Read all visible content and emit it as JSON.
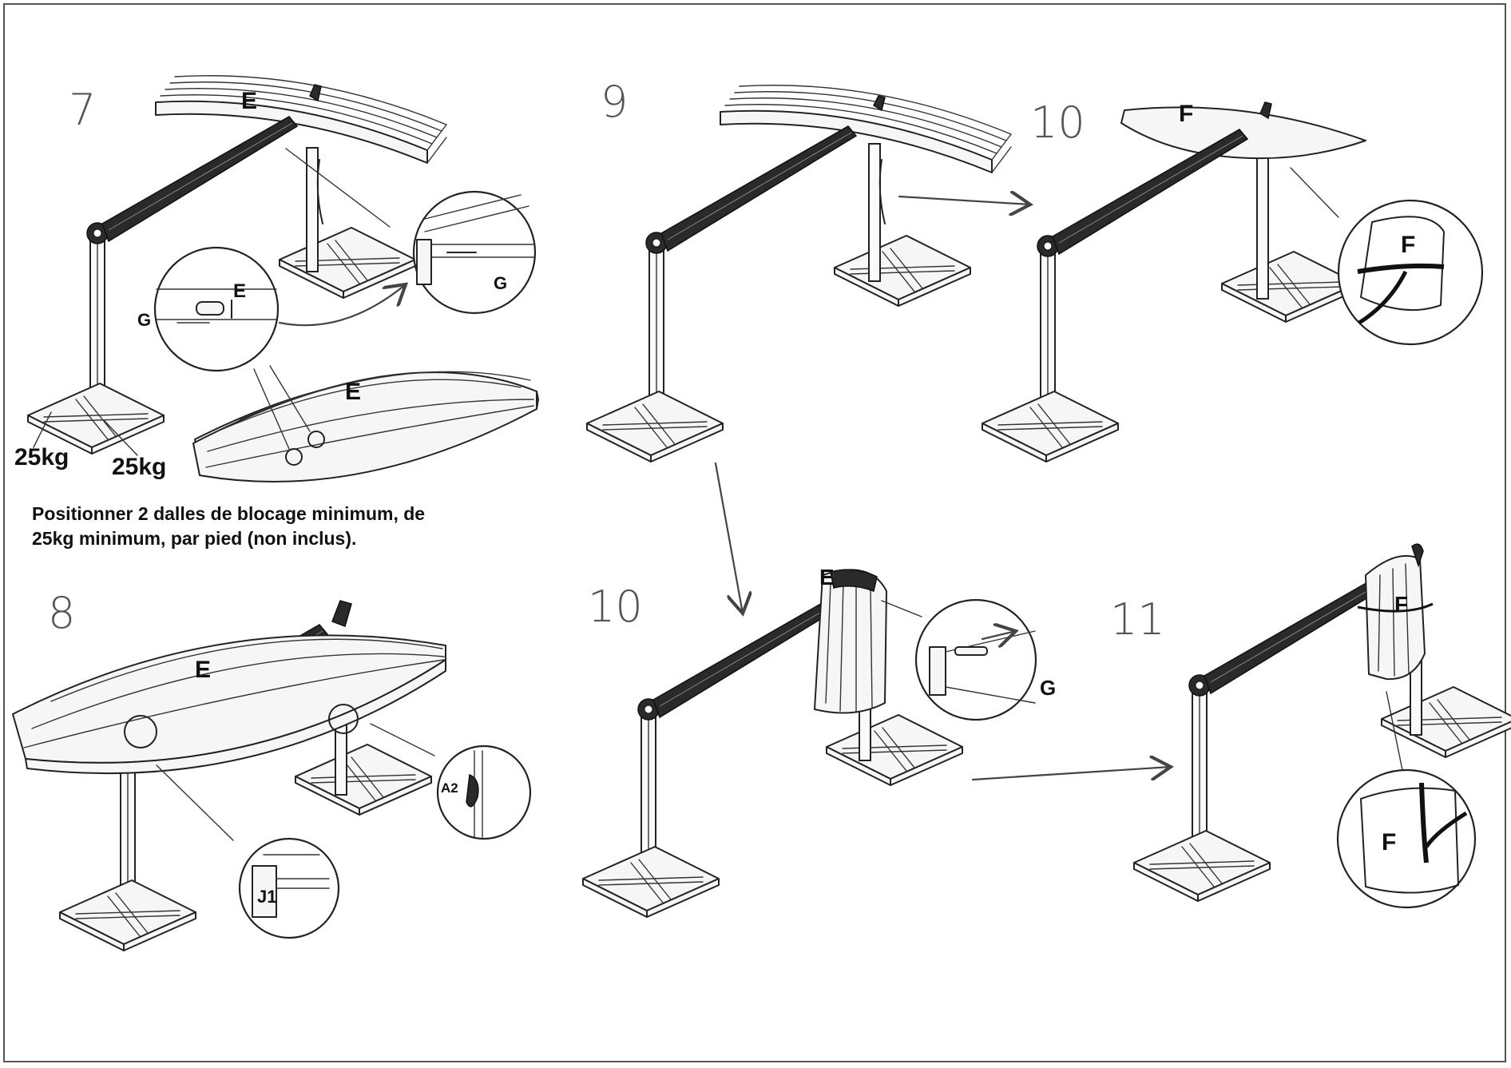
{
  "steps": {
    "s7": "7",
    "s8": "8",
    "s9": "9",
    "s10a": "10",
    "s10b": "10",
    "s11": "11"
  },
  "parts": {
    "e": "E",
    "f": "F",
    "g": "G",
    "a2": "A2",
    "j1": "J1"
  },
  "weights": {
    "left": "25kg",
    "right": "25kg"
  },
  "note": {
    "line1": "Positionner 2 dalles de blocage   minimum, de",
    "line2": "25kg minimum, par pied (non inclus)."
  }
}
